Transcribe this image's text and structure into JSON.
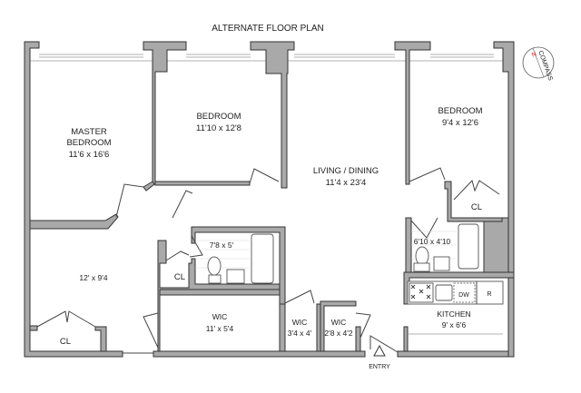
{
  "title": "ALTERNATE FLOOR PLAN",
  "compass": {
    "label": "COMPASS",
    "north": "N"
  },
  "rooms": {
    "master_bedroom": {
      "name_line1": "MASTER",
      "name_line2": "BEDROOM",
      "size": "11'6 x 16'6"
    },
    "bedroom_2": {
      "name": "BEDROOM",
      "size": "11'10 x 12'8"
    },
    "bedroom_3": {
      "name": "BEDROOM",
      "size": "9'4 x 12'6"
    },
    "living_dining": {
      "name": "LIVING / DINING",
      "size": "11'4 x 23'4"
    },
    "closet_bedroom3": {
      "name": "CL"
    },
    "bath_1": {
      "size": "7'8 x 5'"
    },
    "bath_2": {
      "size": "6'10 x 4'10"
    },
    "den": {
      "size": "12' x 9'4"
    },
    "closet_hall": {
      "name": "CL"
    },
    "closet_den": {
      "name": "CL"
    },
    "wic_1": {
      "name": "WIC",
      "size": "11' x 5'4"
    },
    "wic_2": {
      "name": "WIC",
      "size": "3'4 x 4'"
    },
    "wic_3": {
      "name": "WIC",
      "size": "2'8 x 4'2"
    },
    "kitchen": {
      "name": "KITCHEN",
      "size": "9' x 6'6",
      "dishwasher": "DW",
      "refrigerator": "R"
    }
  },
  "entry": {
    "label": "ENTRY"
  },
  "colors": {
    "wall": "#a9a9a9",
    "north": "#e02020"
  }
}
